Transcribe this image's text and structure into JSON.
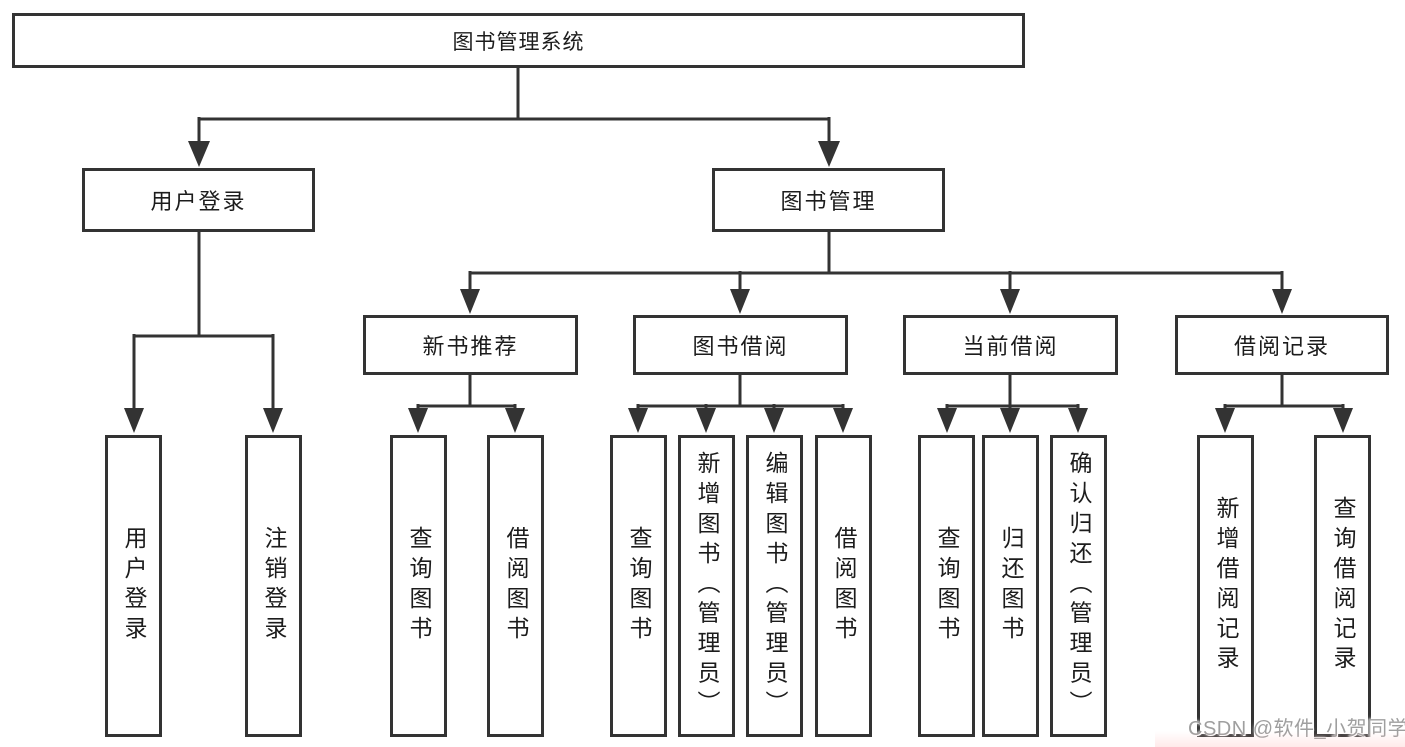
{
  "nodes": {
    "root": "图书管理系统",
    "user_login": "用户登录",
    "book_mgmt": "图书管理",
    "new_book_rec": "新书推荐",
    "book_borrow": "图书借阅",
    "current_borrow": "当前借阅",
    "borrow_record": "借阅记录",
    "leaf_user_login": "用户登录",
    "leaf_logout": "注销登录",
    "rec_query_book": "查询图书",
    "rec_borrow_book": "借阅图书",
    "bb_query_book": "查询图书",
    "bb_add_book": "新增图书（管理员）",
    "bb_edit_book": "编辑图书（管理员）",
    "bb_borrow_book": "借阅图书",
    "cb_query_book": "查询图书",
    "cb_return_book": "归还图书",
    "cb_confirm_return": "确认归还（管理员）",
    "br_add_record": "新增借阅记录",
    "br_query_record": "查询借阅记录"
  },
  "hierarchy": {
    "图书管理系统": {
      "用户登录": [
        "用户登录",
        "注销登录"
      ],
      "图书管理": {
        "新书推荐": [
          "查询图书",
          "借阅图书"
        ],
        "图书借阅": [
          "查询图书",
          "新增图书（管理员）",
          "编辑图书（管理员）",
          "借阅图书"
        ],
        "当前借阅": [
          "查询图书",
          "归还图书",
          "确认归还（管理员）"
        ],
        "借阅记录": [
          "新增借阅记录",
          "查询借阅记录"
        ]
      }
    }
  },
  "watermark": {
    "text": "CSDN @软件_小贺同学",
    "color": "#9f9f9f"
  },
  "colors": {
    "line": "#333333",
    "node_border": "#333333",
    "node_fill": "#ffffff",
    "text": "#1c1c1c",
    "background": "#ffffff"
  }
}
